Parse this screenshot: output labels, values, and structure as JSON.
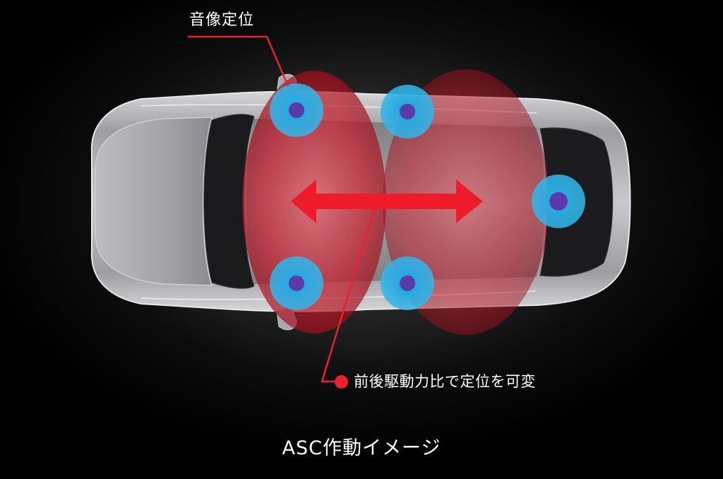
{
  "labels": {
    "sound_image": "音像定位",
    "variable_positioning": "前後駆動力比で定位を可変",
    "caption": "ASC作動イメージ"
  },
  "colors": {
    "background": "#000000",
    "accent_red": "#e6232f",
    "speaker_blue": "#2aa8e0",
    "speaker_center": "#5a3aa8",
    "car_body": "#b9b9bd"
  },
  "icons": {
    "bullet": "red-dot-icon",
    "arrow": "double-headed-arrow-icon",
    "speaker": "speaker-icon"
  }
}
